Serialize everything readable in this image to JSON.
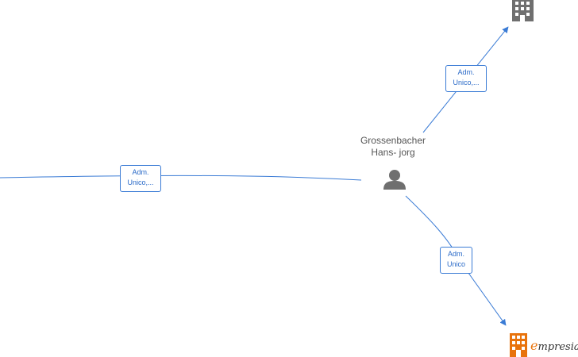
{
  "person": {
    "name_line1": "Grossenbacher",
    "name_line2": "Hans- jorg",
    "icon": "person-icon"
  },
  "edges": [
    {
      "id": "edge-left",
      "label_line1": "Adm.",
      "label_line2": "Unico,..."
    },
    {
      "id": "edge-top-right",
      "label_line1": "Adm.",
      "label_line2": "Unico,..."
    },
    {
      "id": "edge-bottom-right",
      "label_line1": "Adm.",
      "label_line2": "Unico"
    }
  ],
  "companies": [
    {
      "id": "company-top-right",
      "icon": "building-icon"
    }
  ],
  "watermark": {
    "brand_initial": "e",
    "brand_rest": "mpresia",
    "icon": "building-icon"
  },
  "colors": {
    "edge": "#3a7bd5",
    "label_text": "#2a6ac8",
    "node_icon": "#6f6f6f",
    "brand_orange": "#e8730c"
  }
}
